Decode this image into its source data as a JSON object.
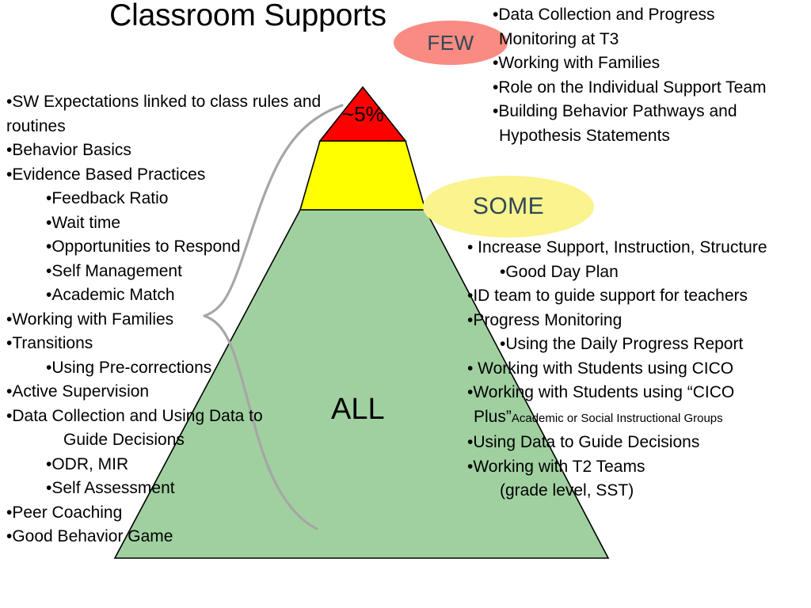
{
  "slide": {
    "title": "Classroom Supports",
    "background_color": "#FFFFFF"
  },
  "pyramid": {
    "tiers": [
      {
        "name": "tier-red",
        "label": "~5%",
        "color": "#FF0000",
        "text_color": "#000000"
      },
      {
        "name": "tier-yellow",
        "label": "",
        "color": "#FFFF00",
        "text_color": "#000000"
      },
      {
        "name": "tier-green",
        "label": "ALL",
        "color": "#A0D0A0",
        "text_color": "#000000"
      }
    ],
    "outline_color": "#000000"
  },
  "callouts": {
    "few": {
      "label": "FEW",
      "fill": "#F98B82",
      "text_color": "#2F4858"
    },
    "some": {
      "label": "SOME",
      "fill": "#FAF38E",
      "text_color": "#2F4858"
    }
  },
  "brace": {
    "color": "#A6A6A6"
  },
  "left_column": {
    "lines": [
      "•SW Expectations linked to class rules and",
      "routines",
      "•Behavior Basics",
      "•Evidence Based Practices",
      "•Feedback Ratio",
      "•Wait time",
      "•Opportunities to Respond",
      "•Self Management",
      "•Academic Match",
      "•Working with Families",
      "•Transitions",
      "•Using Pre-corrections",
      "•Active Supervision",
      "•Data Collection and Using Data to",
      "Guide Decisions",
      "•ODR, MIR",
      "•Self Assessment",
      "•Peer Coaching",
      "•Good Behavior Game"
    ]
  },
  "top_right_column": {
    "lines": [
      "•Data Collection and Progress",
      "Monitoring at T3",
      "•Working with Families",
      "•Role on the Individual Support Team",
      "•Building Behavior Pathways and",
      "Hypothesis Statements"
    ]
  },
  "right_column": {
    "lines": [
      "• Increase Support, Instruction, Structure",
      "•Good Day Plan",
      "•ID team to guide support for teachers",
      "•Progress Monitoring",
      "•Using the Daily Progress Report",
      "• Working with Students using CICO",
      "•Working with Students using “CICO",
      "Plus”",
      "Academic or Social Instructional Groups",
      "•Using Data to Guide Decisions",
      "•Working with T2 Teams",
      "(grade level, SST)"
    ]
  }
}
